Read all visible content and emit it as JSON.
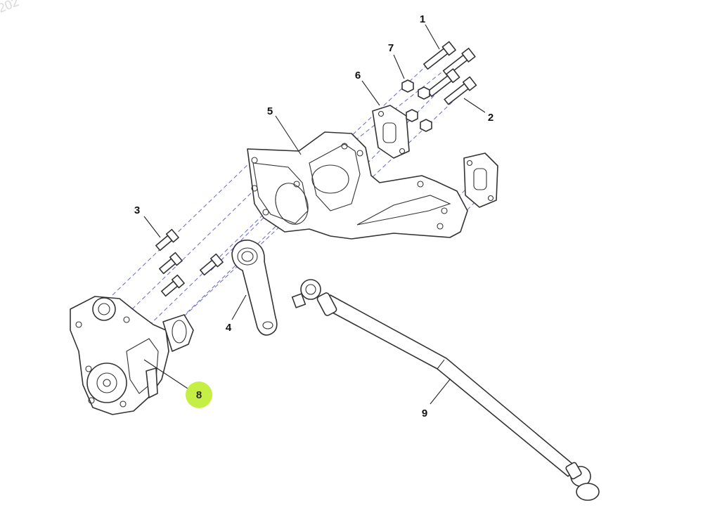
{
  "diagram": {
    "watermark": "202",
    "highlight_color": "#c6ef45",
    "parts": [
      {
        "id": "1",
        "label": "1"
      },
      {
        "id": "2",
        "label": "2"
      },
      {
        "id": "3",
        "label": "3"
      },
      {
        "id": "4",
        "label": "4"
      },
      {
        "id": "5",
        "label": "5"
      },
      {
        "id": "6",
        "label": "6"
      },
      {
        "id": "7",
        "label": "7"
      },
      {
        "id": "8",
        "label": "8",
        "highlighted": true
      },
      {
        "id": "9",
        "label": "9"
      }
    ]
  }
}
